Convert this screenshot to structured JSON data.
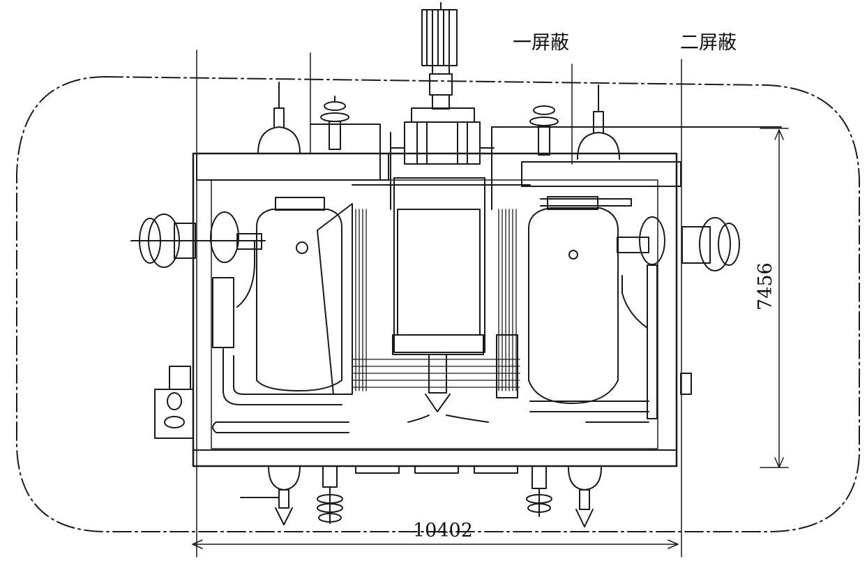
{
  "labels": {
    "shield_1": "一屏蔽",
    "shield_2": "二屏蔽"
  },
  "dimensions": {
    "width_value": "10402",
    "height_value": "7456"
  },
  "colors": {
    "ink": "#1a1a1a",
    "paper": "#ffffff"
  }
}
